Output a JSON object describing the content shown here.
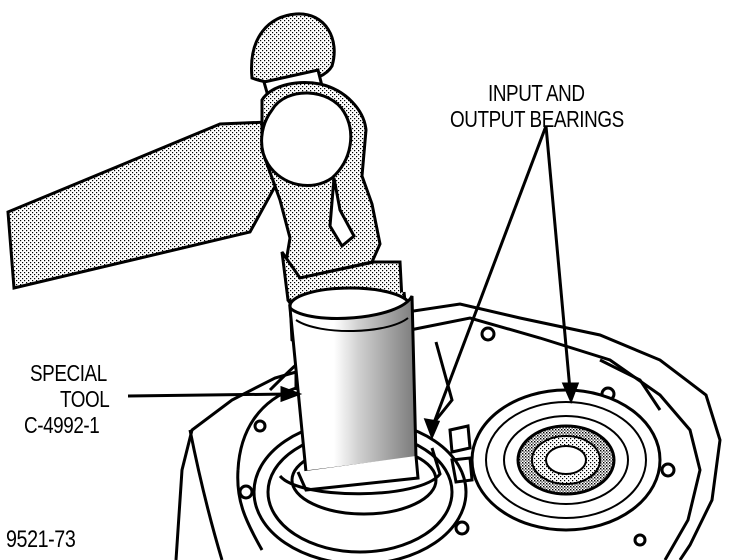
{
  "labels": {
    "bearings_line1": "INPUT AND",
    "bearings_line2": "OUTPUT BEARINGS",
    "tool_line1": "SPECIAL",
    "tool_line2": "TOOL",
    "tool_line3": "C-4992-1",
    "figure_number": "9521-73"
  },
  "colors": {
    "ink": "#000000",
    "paper": "#ffffff"
  }
}
